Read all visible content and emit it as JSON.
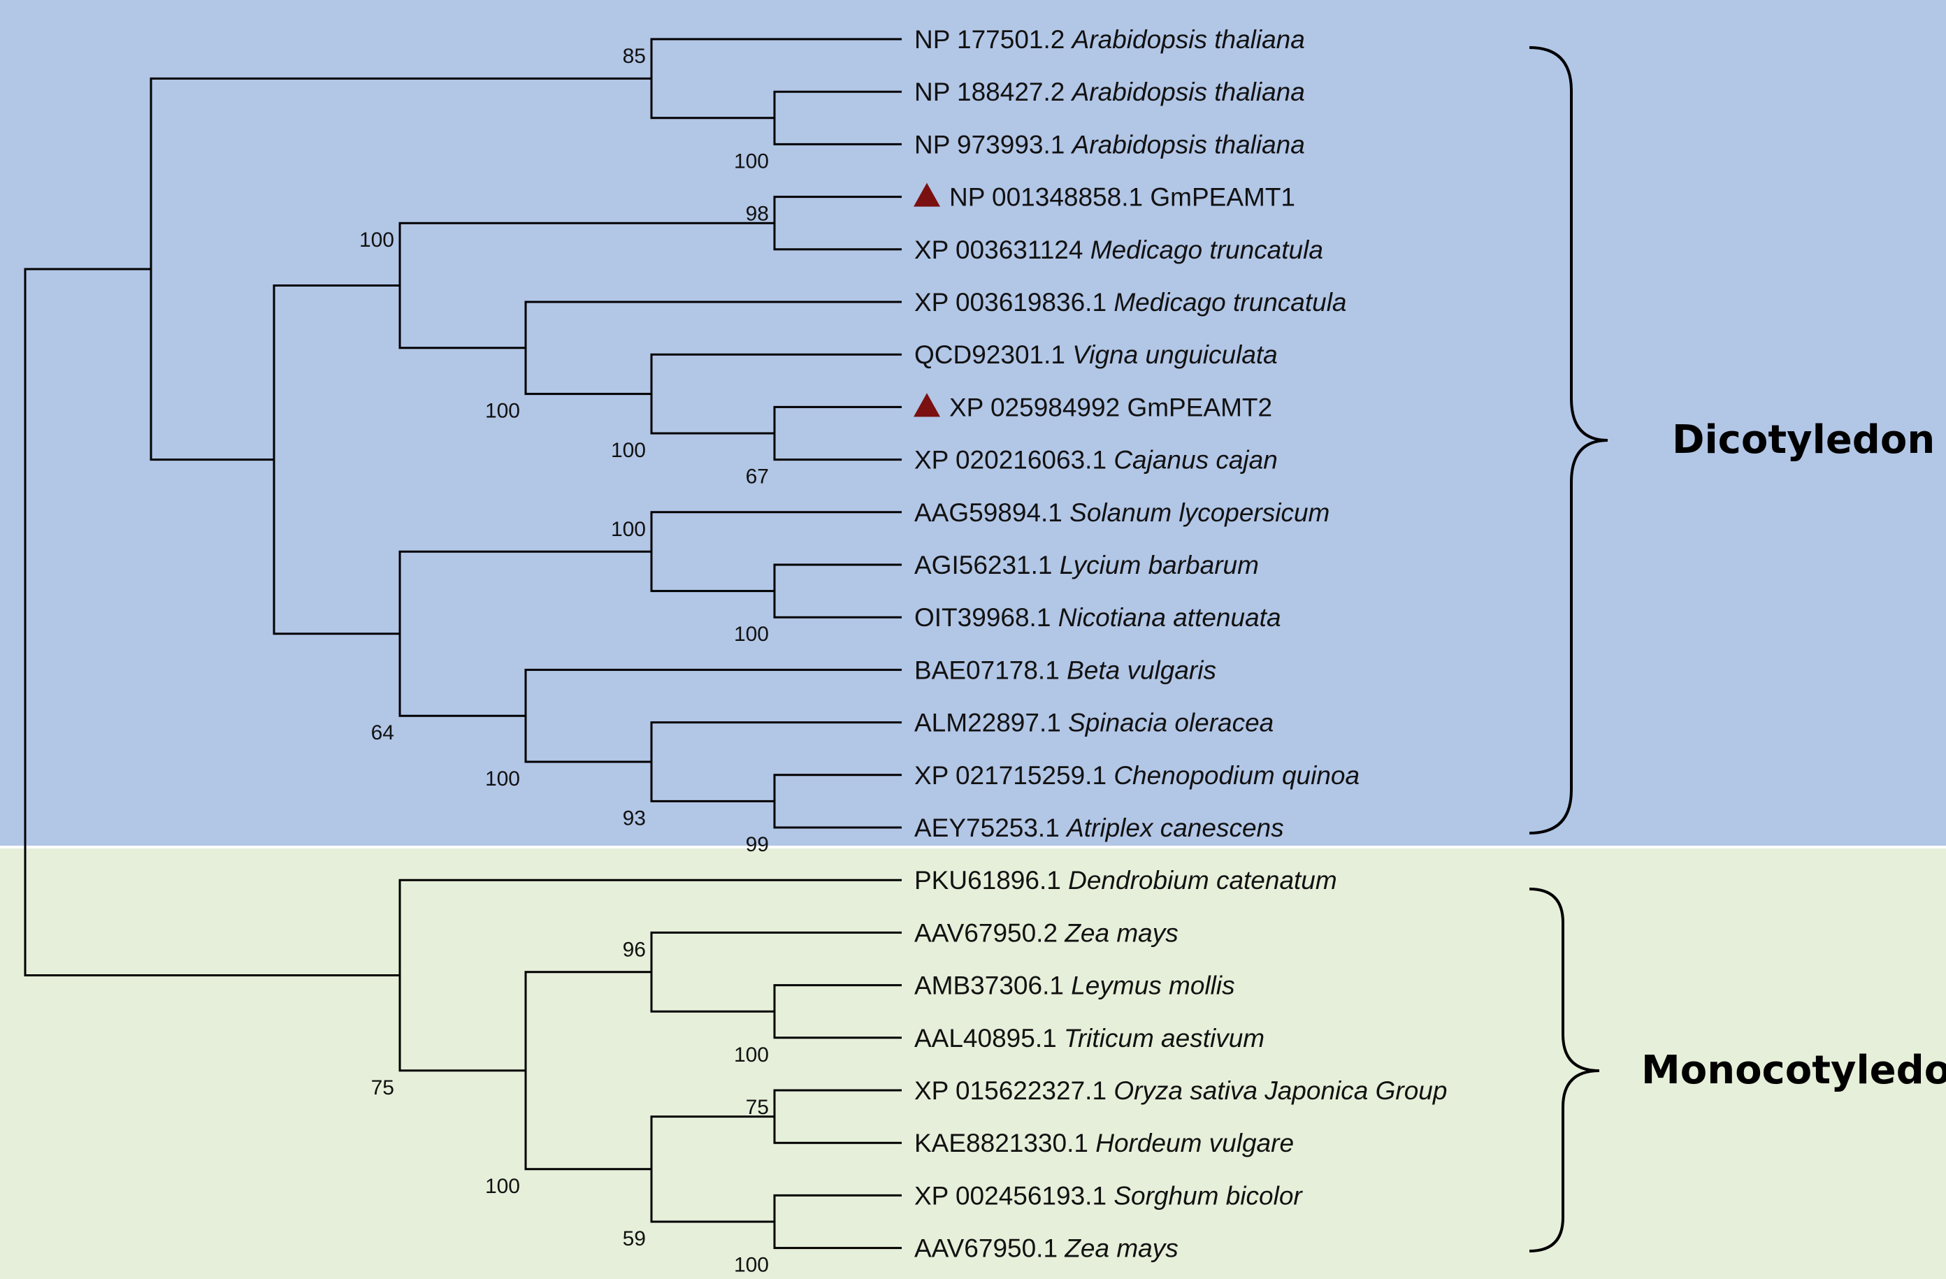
{
  "colors": {
    "dicot_bg": "#b2c6e6",
    "monocot_bg": "#e6efd9",
    "marker": "#7a1010"
  },
  "taxa": [
    {
      "id": "NP 177501.2",
      "species": "Arabidopsis thaliana"
    },
    {
      "id": "NP 188427.2",
      "species": "Arabidopsis thaliana"
    },
    {
      "id": "NP 973993.1",
      "species": "Arabidopsis thaliana"
    },
    {
      "id": "NP 001348858.1",
      "species": "GmPEAMT1",
      "marked": true
    },
    {
      "id": "XP 003631124",
      "species": "Medicago truncatula"
    },
    {
      "id": "XP 003619836.1",
      "species": "Medicago truncatula"
    },
    {
      "id": "QCD92301.1",
      "species": "Vigna unguiculata"
    },
    {
      "id": "XP 025984992",
      "species": "GmPEAMT2",
      "marked": true
    },
    {
      "id": "XP 020216063.1",
      "species": "Cajanus cajan"
    },
    {
      "id": "AAG59894.1",
      "species": "Solanum lycopersicum"
    },
    {
      "id": "AGI56231.1",
      "species": "Lycium barbarum"
    },
    {
      "id": "OIT39968.1",
      "species": "Nicotiana attenuata"
    },
    {
      "id": "BAE07178.1",
      "species": "Beta vulgaris"
    },
    {
      "id": "ALM22897.1",
      "species": "Spinacia oleracea"
    },
    {
      "id": "XP 021715259.1",
      "species": "Chenopodium quinoa"
    },
    {
      "id": "AEY75253.1",
      "species": "Atriplex canescens"
    },
    {
      "id": "PKU61896.1",
      "species": "Dendrobium catenatum"
    },
    {
      "id": "AAV67950.2",
      "species": "Zea mays"
    },
    {
      "id": "AMB37306.1",
      "species": "Leymus mollis"
    },
    {
      "id": "AAL40895.1",
      "species": "Triticum aestivum"
    },
    {
      "id": "XP 015622327.1",
      "species": "Oryza sativa Japonica Group"
    },
    {
      "id": "KAE8821330.1",
      "species": "Hordeum vulgare"
    },
    {
      "id": "XP 002456193.1",
      "species": "Sorghum bicolor"
    },
    {
      "id": "AAV67950.1",
      "species": "Zea mays"
    }
  ],
  "bootstrap": [
    "85",
    "100",
    "98",
    "100",
    "100",
    "100",
    "67",
    "100",
    "100",
    "64",
    "100",
    "93",
    "99",
    "75",
    "96",
    "100",
    "100",
    "75",
    "59",
    "100"
  ],
  "groups": [
    {
      "label": "Dicotyledon"
    },
    {
      "label": "Monocotyledon"
    }
  ]
}
